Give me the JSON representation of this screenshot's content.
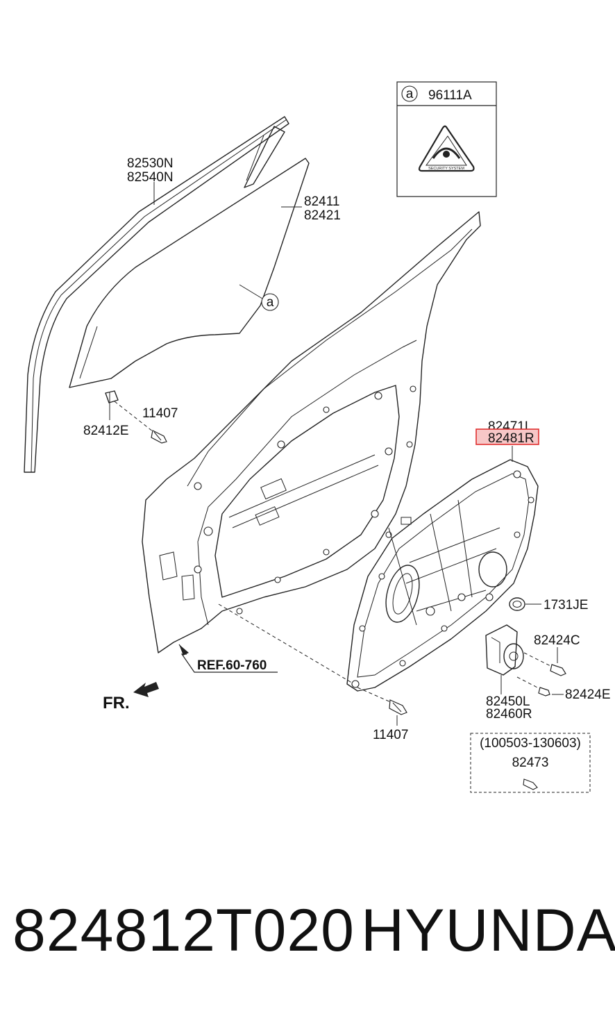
{
  "diagram": {
    "inset": {
      "callout_letter": "a",
      "part_no": "96111A",
      "badge_text": "SECURITY SYSTEM"
    },
    "labels": {
      "weatherstrip_1": "82530N",
      "weatherstrip_2": "82540N",
      "glass_1": "82411",
      "glass_2": "82421",
      "glass_callout": "a",
      "channel": "82412E",
      "bolt_top": "11407",
      "regulator_1": "82471L",
      "regulator_2": "82481R",
      "grommet": "1731JE",
      "screw_c": "82424C",
      "screw_e": "82424E",
      "motor_1": "82450L",
      "motor_2": "82460R",
      "bolt_bottom": "11407",
      "ref": "REF.60-760",
      "front": "FR.",
      "optional_range": "(100503-130603)",
      "optional_part": "82473"
    },
    "highlight_color": "#e03030"
  },
  "footer": {
    "part_number": "824812T020",
    "brand": "HYUNDAI"
  }
}
